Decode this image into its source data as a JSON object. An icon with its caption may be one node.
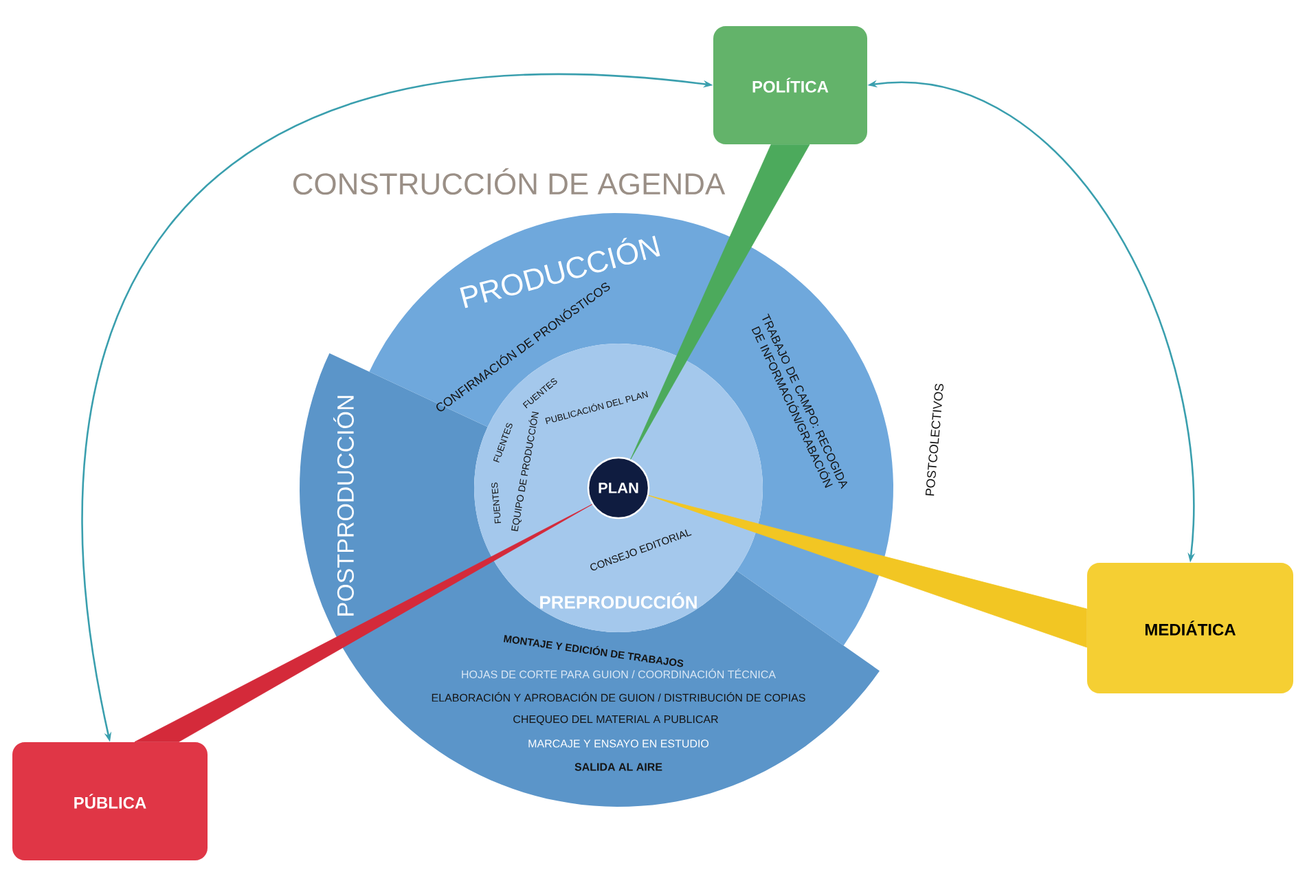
{
  "diagram": {
    "nodes": [
      {
        "text": [
          "POLÍTICA"
        ]
      },
      {
        "text": [
          "PRODUCCIÓN",
          "TRABAJO DE CAMPO: RECOGIDA DE INFORMACIÓN/GRABACIÓN",
          "CONFIRMACIÓN DE PRONÓSTICOS"
        ]
      },
      {
        "text": [
          "PREPRODUCCIÓN",
          "CONSEJO EDITORIAL",
          "PUBLICACIÓN DEL PLAN",
          "EQUIPO DE PRODUCCIÓN",
          "FUENTES",
          "FUENTES",
          "FUENTES"
        ]
      },
      {
        "text": [
          "PLAN"
        ],
        "in": 2
      },
      {
        "text": [
          "POSTPRODUCCIÓN",
          "MONTAJE Y EDICIÓN DE TRABAJOS",
          "HOJAS DE CORTE PARA GUION / COORDINACIÓN TÉCNICA",
          "ELABORACIÓN Y APROBACIÓN DE GUION / DISTRIBUCIÓN DE COPIAS",
          "CHEQUEO DEL MATERIAL A PUBLICAR",
          "MARCAJE Y ENSAYO EN ESTUDIO",
          "SALIDA AL AIRE"
        ]
      },
      {
        "text": [
          "MEDIÁTICA"
        ]
      },
      {
        "text": [
          "PÚBLICA"
        ]
      }
    ],
    "edges": [
      {
        "from": 0,
        "to": 3,
        "arrow": "none",
        "style": "thick",
        "color": "#4caa5c"
      },
      {
        "from": 5,
        "to": 3,
        "arrow": "none",
        "style": "thick",
        "color": "#f2c623"
      },
      {
        "from": 6,
        "to": 3,
        "arrow": "none",
        "style": "thick",
        "color": "#d42a3a"
      },
      {
        "from": 0,
        "to": 6,
        "arrow": "both",
        "color": "#3a9fae"
      },
      {
        "from": 0,
        "to": 5,
        "arrow": "both",
        "color": "#3a9fae"
      }
    ],
    "labels": [
      "CONSTRUCCIÓN DE AGENDA",
      "POSTCOLECTIVOS"
    ]
  }
}
